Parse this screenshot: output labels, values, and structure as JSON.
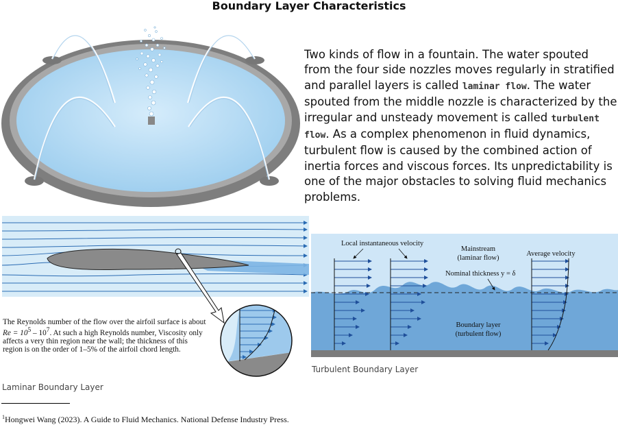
{
  "page": {
    "title": "Boundary Layer Characteristics",
    "paragraph": {
      "part1": "Two kinds of flow in a fountain. The water spouted from the four side nozzles moves regularly in stratified and parallel layers is called ",
      "term1": "laminar flow",
      "part2": ". The water spouted from the middle nozzle is characterized by the irregular and unsteady movement is called ",
      "term2": "turbulent flow",
      "part3": ". As a complex phenomenon in fluid dynamics, turbulent flow is caused by the combined action of inertia forces and viscous forces. Its unpredictability is one of the major obstacles to solving fluid mechanics problems."
    },
    "laminar_figure": {
      "reynolds_text_a": "The Reynolds number of the flow over the airfoil surface is about ",
      "reynolds_re": "Re = 10",
      "reynolds_exp1": "5",
      "reynolds_dash": " – 10",
      "reynolds_exp2": "7",
      "reynolds_text_b": ". At such a high Reynolds number, Viscosity only affects a very thin region near the wall; the thickness of this region is on the order of 1–5% of the airfoil chord length.",
      "caption": "Laminar Boundary Layer"
    },
    "turbulent_figure": {
      "label_local_velocity": "Local instantaneous velocity",
      "label_mainstream": "Mainstream",
      "label_laminar_flow": "(laminar flow)",
      "label_average_velocity": "Average velocity",
      "label_nominal_thickness": "Nominal thickness y = δ",
      "label_boundary_layer": "Boundary layer",
      "label_turbulent_flow": "(turbulent flow)",
      "caption": "Turbulent Boundary Layer"
    },
    "footnote": {
      "marker": "1",
      "text": "Hongwei Wang (2023). A Guide to Fluid Mechanics. National Defense Industry Press."
    },
    "colors": {
      "water": "#a9d6f2",
      "rim": "#8d8d8d",
      "flow_line": "#2a6bb3",
      "airfoil": "#8a8a8a",
      "boundary_layer": "#6fa7d8"
    }
  }
}
